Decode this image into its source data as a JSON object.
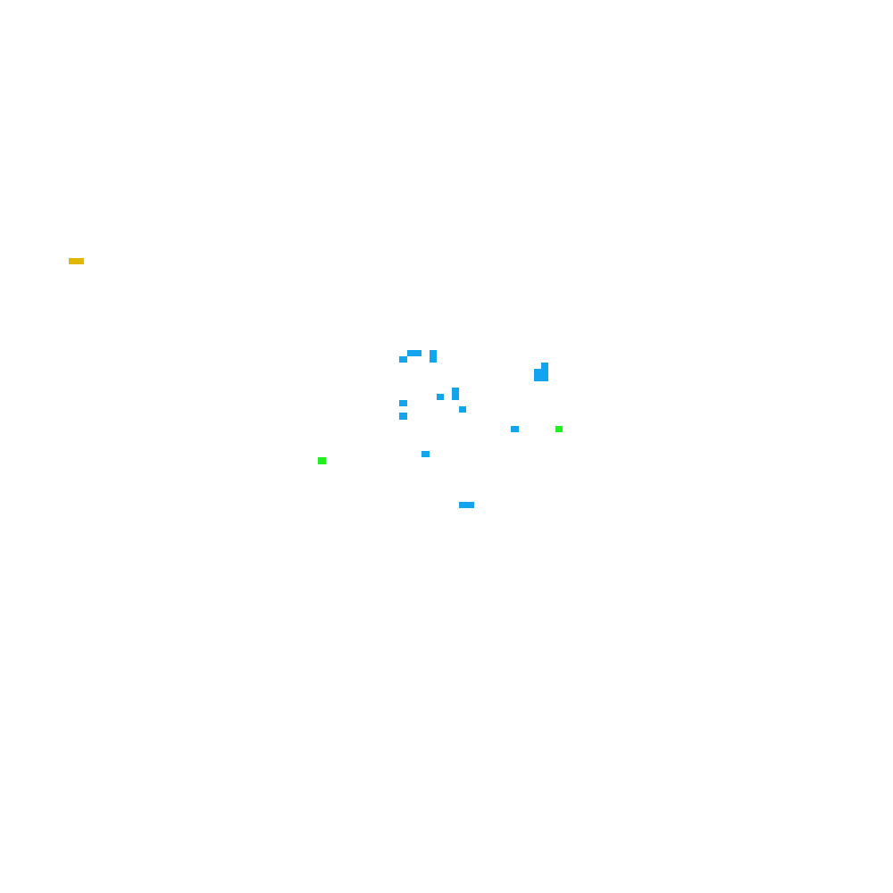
{
  "colors": {
    "background": "#ffffff",
    "blue_pieces": "#12a4ec",
    "green_pieces": "#22ee22",
    "gold_piece": "#e0b800"
  },
  "pieces": {
    "gold_count": 1,
    "green_count": 2,
    "blue_count": 13
  }
}
